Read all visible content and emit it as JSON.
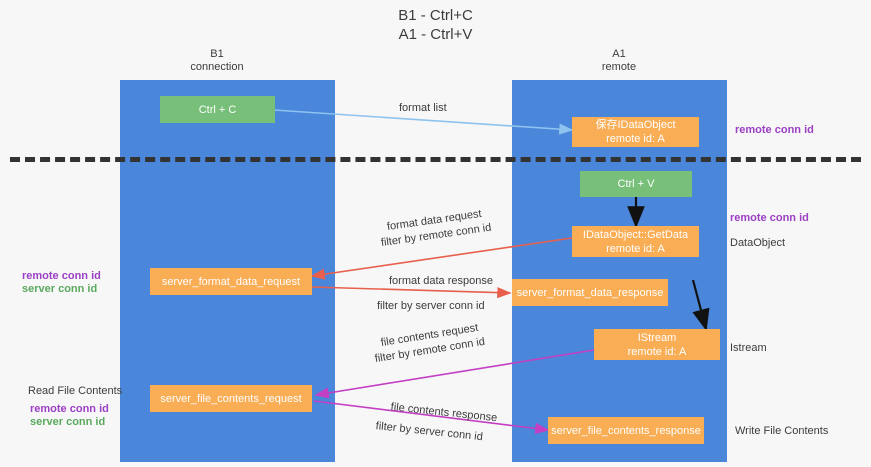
{
  "title": {
    "line1": "B1 - Ctrl+C",
    "line2": "A1 - Ctrl+V"
  },
  "columns": [
    {
      "name": "B1",
      "role": "connection"
    },
    {
      "name": "A1",
      "role": "remote"
    }
  ],
  "boxes": {
    "ctrl_c": "Ctrl + C",
    "ctrl_v": "Ctrl + V",
    "save_idataobject_line1": "保存IDataObject",
    "save_idataobject_line2": "remote id: A",
    "getdata_line1": "IDataObject::GetData",
    "getdata_line2": "remote id: A",
    "istream_line1": "IStream",
    "istream_line2": "remote id: A",
    "server_format_data_request": "server_format_data_request",
    "server_format_data_response": "server_format_data_response",
    "server_file_contents_request": "server_file_contents_request",
    "server_file_contents_response": "server_file_contents_response"
  },
  "edges": {
    "format_list": "format list",
    "format_data_request": "format data request",
    "format_data_request_filter_prefix": "filter by ",
    "format_data_request_filter_key": "remote conn id",
    "format_data_response": "format data response",
    "format_data_response_filter_prefix": "filter by ",
    "format_data_response_filter_key": "server conn id",
    "file_contents_request": "file contents request",
    "file_contents_request_filter_prefix": "filter by ",
    "file_contents_request_filter_key": "remote conn id",
    "file_contents_response": "file contents response",
    "file_contents_response_filter_prefix": "filter by ",
    "file_contents_response_filter_key": "server conn id"
  },
  "annotations": {
    "right_remote_conn_id_top": "remote conn id",
    "right_remote_conn_id_mid": "remote conn id",
    "right_dataobject": "DataObject",
    "right_istream": "Istream",
    "right_write_file_contents": "Write File Contents",
    "left_remote_conn_id": "remote conn id",
    "left_server_conn_id": "server conn id",
    "left_read_file_contents": "Read File Contents",
    "left_remote_conn_id2": "remote conn id",
    "left_server_conn_id2": "server conn id"
  },
  "colors": {
    "lane": "#4a86d9",
    "box_green": "#78c07a",
    "box_orange": "#f9ad55",
    "purple": "#9b3fc4",
    "green_text": "#5aa95e",
    "arrow_blue": "#a8cdf0",
    "arrow_red": "#e8604c",
    "arrow_magenta": "#c33fc3",
    "arrow_black": "#000000",
    "background": "#f7f7f7",
    "separator": "#333333"
  }
}
